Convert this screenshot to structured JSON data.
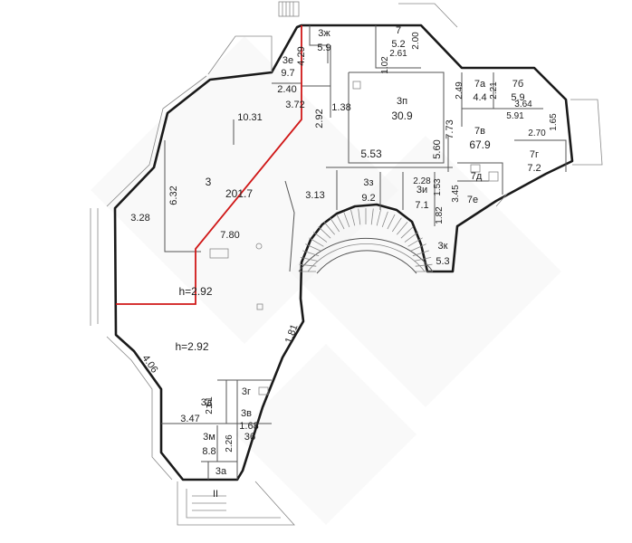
{
  "floorplan": {
    "rooms": [
      {
        "id": "3",
        "name": "3",
        "area": "201.7"
      },
      {
        "id": "3a",
        "name": "3а",
        "area": ""
      },
      {
        "id": "3b",
        "name": "3б",
        "area": ""
      },
      {
        "id": "3v",
        "name": "3в",
        "area": ""
      },
      {
        "id": "3g",
        "name": "3г",
        "area": ""
      },
      {
        "id": "3d",
        "name": "3д",
        "area": ""
      },
      {
        "id": "3e",
        "name": "3е",
        "area": "9.7"
      },
      {
        "id": "3zh",
        "name": "3ж",
        "area": "5.9"
      },
      {
        "id": "3z",
        "name": "3з",
        "area": "9.2"
      },
      {
        "id": "3i",
        "name": "3и",
        "area": "7.1"
      },
      {
        "id": "3k",
        "name": "3к",
        "area": "5.3"
      },
      {
        "id": "3m",
        "name": "3м",
        "area": "8.8"
      },
      {
        "id": "3p",
        "name": "3п",
        "area": "30.9"
      },
      {
        "id": "7",
        "name": "7",
        "area": "5.2"
      },
      {
        "id": "7a",
        "name": "7а",
        "area": "4.4"
      },
      {
        "id": "7b",
        "name": "7б",
        "area": "5.9"
      },
      {
        "id": "7v",
        "name": "7в",
        "area": "67.9"
      },
      {
        "id": "7g",
        "name": "7г",
        "area": "7.2"
      },
      {
        "id": "7d",
        "name": "7д",
        "area": ""
      },
      {
        "id": "7e",
        "name": "7е",
        "area": ""
      }
    ],
    "dimensions": [
      "10.31",
      "6.32",
      "3.28",
      "7.80",
      "2.40",
      "3.72",
      "2.92",
      "4.29",
      "1.38",
      "5.53",
      "3.13",
      "7.73",
      "5.60",
      "2.28",
      "1.53",
      "1.82",
      "3.45",
      "2.49",
      "2.21",
      "3.64",
      "5.91",
      "1.65",
      "2.70",
      "2.61",
      "2.00",
      "1.02",
      "1.81",
      "4.06",
      "3.47",
      "2.61",
      "2.26",
      "1.68"
    ],
    "heights": [
      "h=2.92",
      "h=2.92"
    ],
    "stair_mark": "II"
  }
}
